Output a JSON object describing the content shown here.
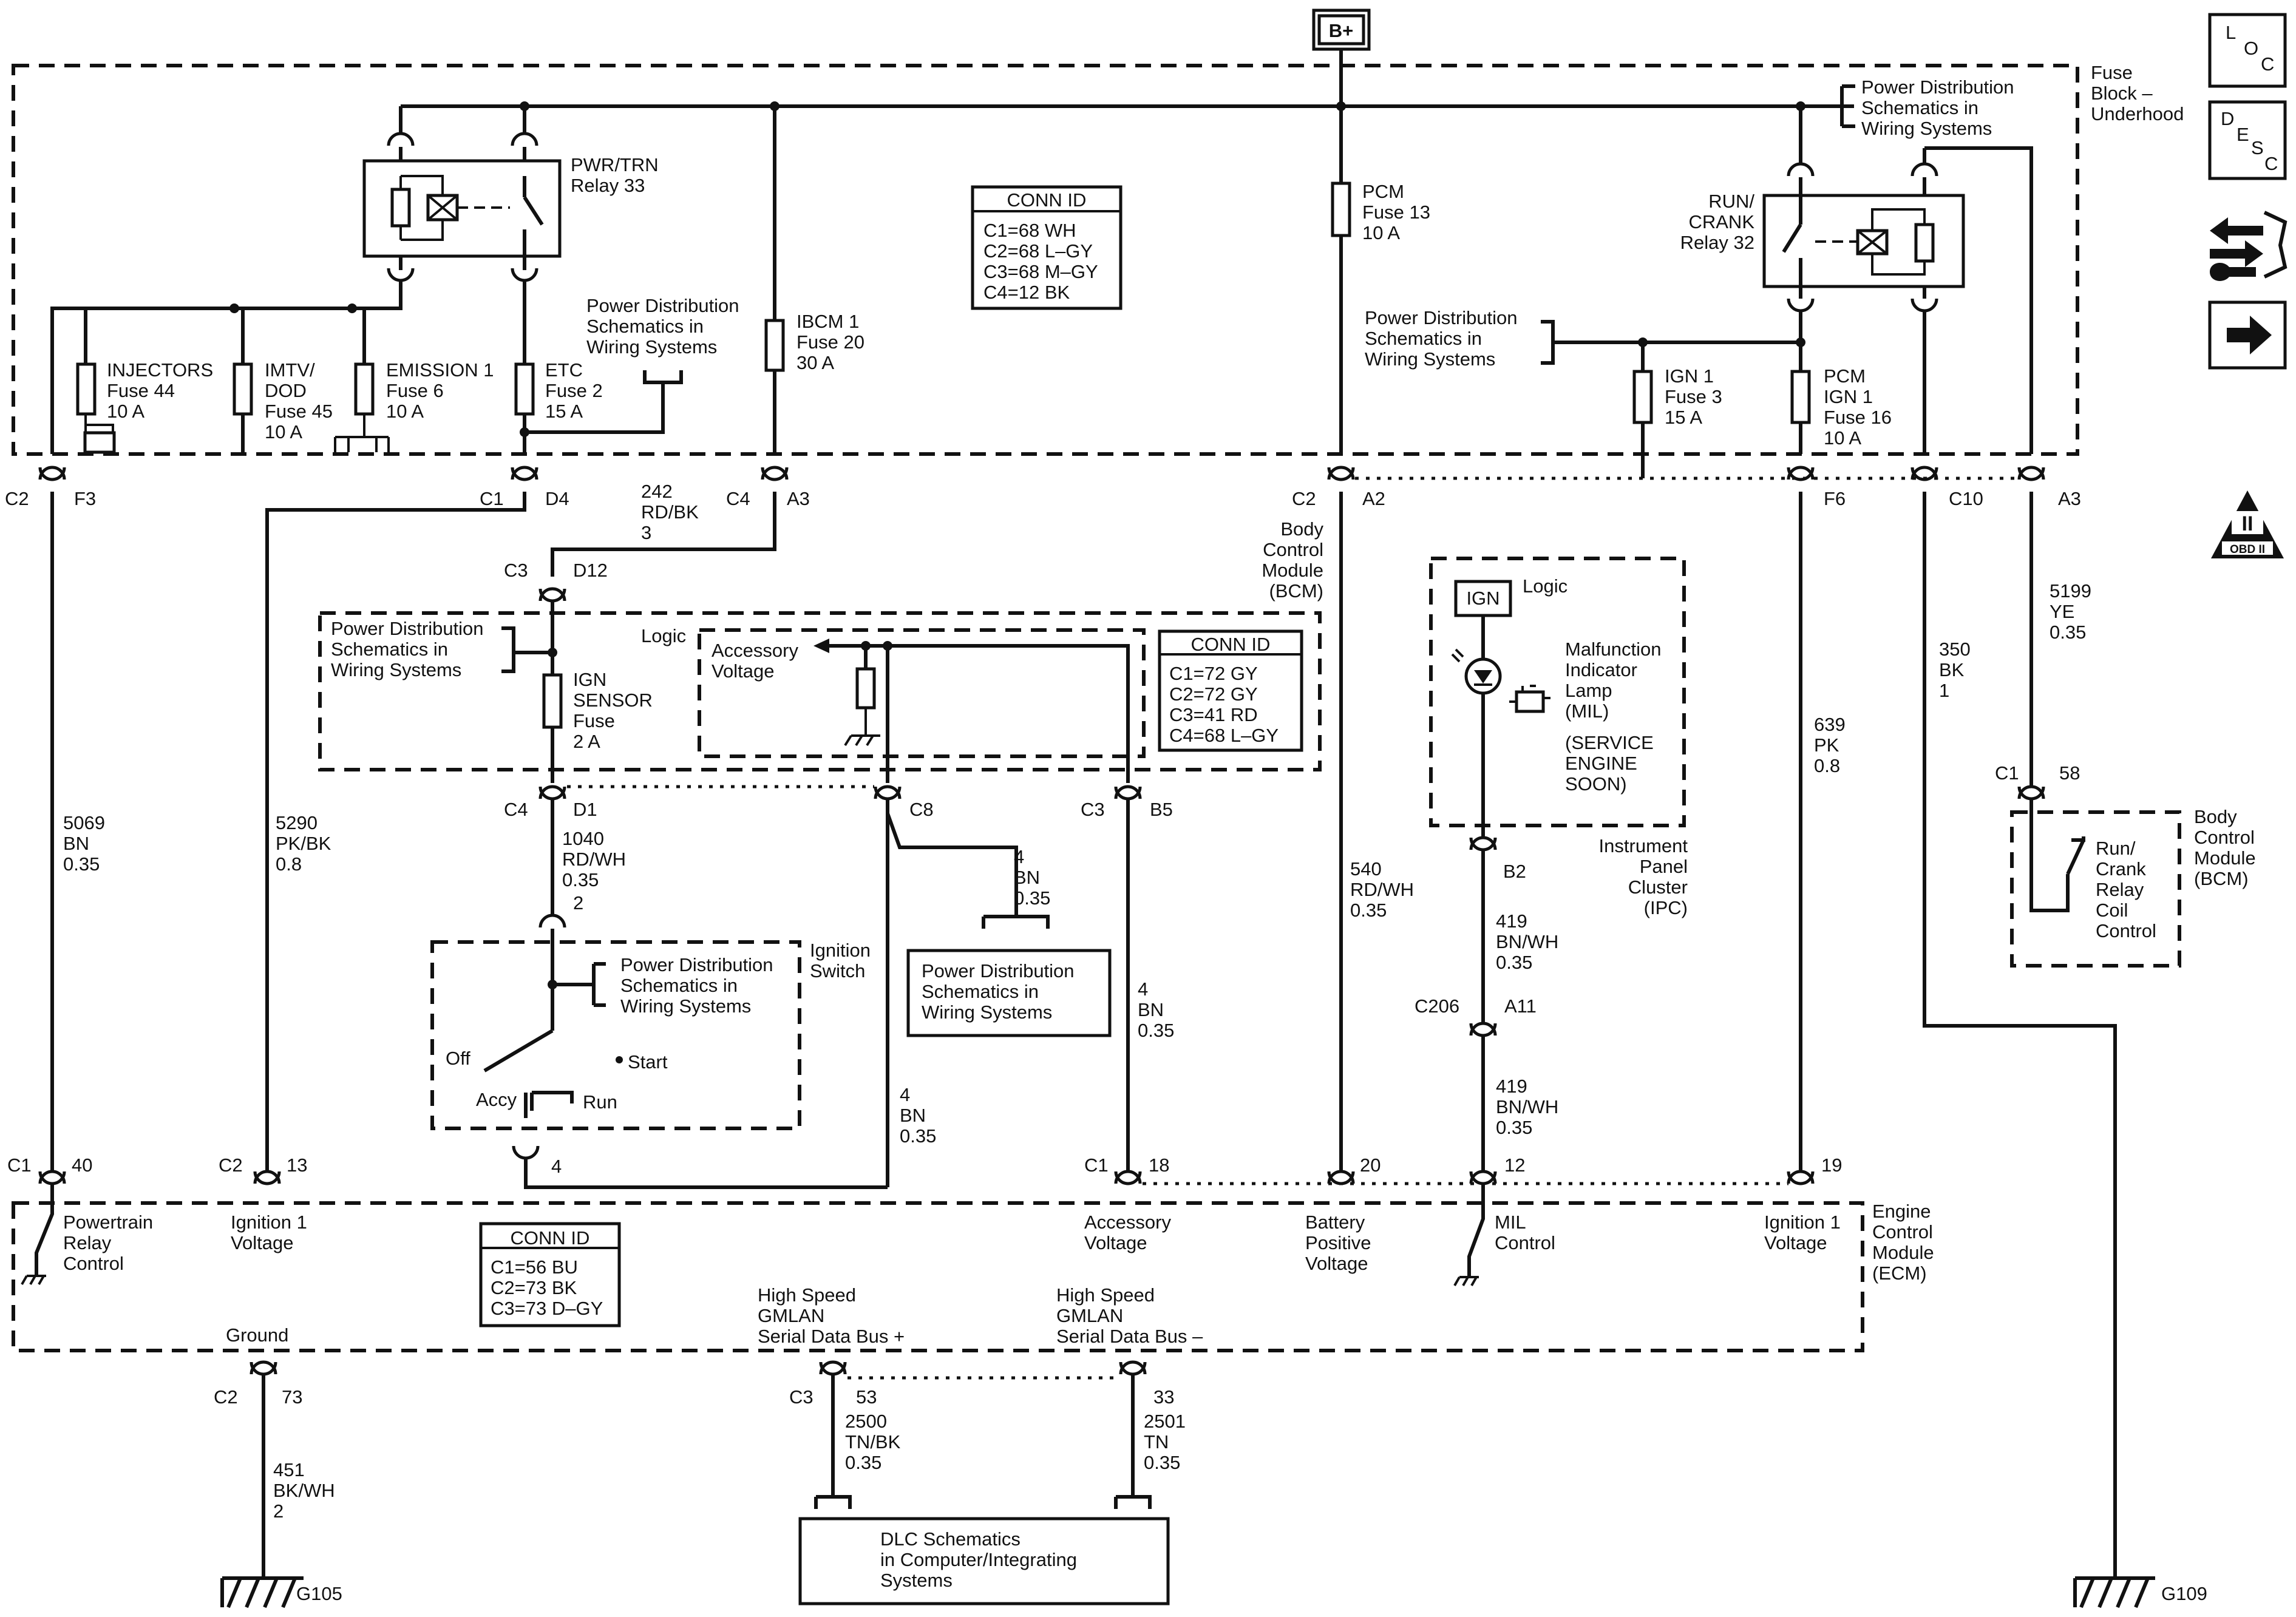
{
  "power_source": "B+",
  "side_icons": {
    "loc": [
      "L",
      "O",
      "C"
    ],
    "desc": [
      "D",
      "E",
      "S",
      "C"
    ],
    "repair_icon": "double-arrow-wrench-icon",
    "next_icon": "right-arrow-icon",
    "obd": "OBD II"
  },
  "fuse_block": {
    "title": [
      "Fuse",
      "Block –",
      "Underhood"
    ],
    "pwr_trn_relay": [
      "PWR/TRN",
      "Relay 33"
    ],
    "run_crank_relay": [
      "RUN/",
      "CRANK",
      "Relay 32"
    ],
    "pds_top": [
      "Power Distribution",
      "Schematics in",
      "Wiring Systems"
    ],
    "pds_left": [
      "Power Distribution",
      "Schematics in",
      "Wiring Systems"
    ],
    "pds_right": [
      "Power Distribution",
      "Schematics in",
      "Wiring Systems"
    ],
    "conn_id": {
      "title": "CONN ID",
      "rows": [
        "C1=68 WH",
        "C2=68 L–GY",
        "C3=68 M–GY",
        "C4=12 BK"
      ]
    },
    "fuses": {
      "injectors": [
        "INJECTORS",
        "Fuse 44",
        "10 A"
      ],
      "imtv": [
        "IMTV/",
        "DOD",
        "Fuse 45",
        "10 A"
      ],
      "emission": [
        "EMISSION 1",
        "Fuse 6",
        "10 A"
      ],
      "etc": [
        "ETC",
        "Fuse 2",
        "15 A"
      ],
      "ibcm": [
        "IBCM 1",
        "Fuse 20",
        "30 A"
      ],
      "pcm": [
        "PCM",
        "Fuse 13",
        "10 A"
      ],
      "ign1": [
        "IGN 1",
        "Fuse 3",
        "15 A"
      ],
      "pcm_ign1": [
        "PCM",
        "IGN 1",
        "Fuse 16",
        "10 A"
      ]
    }
  },
  "connectors": {
    "fb_c2_f3": [
      "C2",
      "F3"
    ],
    "fb_c1_d4": [
      "C1",
      "D4"
    ],
    "fb_c4_a3": [
      "C4",
      "A3"
    ],
    "fb_c2_a2": [
      "C2",
      "A2"
    ],
    "fb_f6": "F6",
    "fb_c10": "C10",
    "fb_a3": "A3",
    "bcm_c3_d12": [
      "C3",
      "D12"
    ],
    "bcm_c4_d1": [
      "C4",
      "D1"
    ],
    "bcm_c8": "C8",
    "bcm_c3_b5": [
      "C3",
      "B5"
    ],
    "bcm2_c1_58": [
      "C1",
      "58"
    ],
    "ipc_b2": "B2",
    "c206": [
      "C206",
      "A11"
    ],
    "ign_sw_2": "2",
    "ign_sw_4": "4",
    "ecm_c1_40": [
      "C1",
      "40"
    ],
    "ecm_c2_13": [
      "C2",
      "13"
    ],
    "ecm_c1_18": [
      "C1",
      "18"
    ],
    "ecm_20": "20",
    "ecm_12": "12",
    "ecm_19": "19",
    "ecm_c2_73": [
      "C2",
      "73"
    ],
    "ecm_c3_53": [
      "C3",
      "53"
    ],
    "ecm_33": "33"
  },
  "wires": {
    "w242": [
      "242",
      "RD/BK",
      "3"
    ],
    "w5069": [
      "5069",
      "BN",
      "0.35"
    ],
    "w5290": [
      "5290",
      "PK/BK",
      "0.8"
    ],
    "w1040": [
      "1040",
      "RD/WH",
      "0.35"
    ],
    "w4bn_c8": [
      "4",
      "BN",
      "0.35"
    ],
    "w4bn_b5": [
      "4",
      "BN",
      "0.35"
    ],
    "w4bn_sw": [
      "4",
      "BN",
      "0.35"
    ],
    "w540": [
      "540",
      "RD/WH",
      "0.35"
    ],
    "w419a": [
      "419",
      "BN/WH",
      "0.35"
    ],
    "w419b": [
      "419",
      "BN/WH",
      "0.35"
    ],
    "w639": [
      "639",
      "PK",
      "0.8"
    ],
    "w350": [
      "350",
      "BK",
      "1"
    ],
    "w5199": [
      "5199",
      "YE",
      "0.35"
    ],
    "w451": [
      "451",
      "BK/WH",
      "2"
    ],
    "w2500": [
      "2500",
      "TN/BK",
      "0.35"
    ],
    "w2501": [
      "2501",
      "TN",
      "0.35"
    ]
  },
  "bcm": {
    "title": [
      "Body",
      "Control",
      "Module",
      "(BCM)"
    ],
    "logic": "Logic",
    "accessory_voltage": [
      "Accessory",
      "Voltage"
    ],
    "pds": [
      "Power Distribution",
      "Schematics in",
      "Wiring Systems"
    ],
    "ign_sensor": [
      "IGN",
      "SENSOR",
      "Fuse",
      "2 A"
    ],
    "conn_id": {
      "title": "CONN ID",
      "rows": [
        "C1=72 GY",
        "C2=72 GY",
        "C3=41 RD",
        "C4=68 L–GY"
      ]
    }
  },
  "bcm_right": {
    "title": [
      "Body",
      "Control",
      "Module",
      "(BCM)"
    ],
    "relay_control": [
      "Run/",
      "Crank",
      "Relay",
      "Coil",
      "Control"
    ]
  },
  "ipc": {
    "title": [
      "Instrument",
      "Panel",
      "Cluster",
      "(IPC)"
    ],
    "ign": "IGN",
    "logic": "Logic",
    "mil": [
      "Malfunction",
      "Indicator",
      "Lamp",
      "(MIL)"
    ],
    "service": [
      "(SERVICE",
      "ENGINE",
      "SOON)"
    ]
  },
  "ignition_switch": {
    "title": [
      "Ignition",
      "Switch"
    ],
    "pds": [
      "Power Distribution",
      "Schematics in",
      "Wiring Systems"
    ],
    "off": "Off",
    "start": "Start",
    "accy": "Accy",
    "run": "Run"
  },
  "pds_box": [
    "Power Distribution",
    "Schematics in",
    "Wiring Systems"
  ],
  "ecm": {
    "title": [
      "Engine",
      "Control",
      "Module",
      "(ECM)"
    ],
    "powertrain": [
      "Powertrain",
      "Relay",
      "Control"
    ],
    "ign1_left": [
      "Ignition 1",
      "Voltage"
    ],
    "accessory": [
      "Accessory",
      "Voltage"
    ],
    "battery": [
      "Battery",
      "Positive",
      "Voltage"
    ],
    "mil": [
      "MIL",
      "Control"
    ],
    "ign1_right": [
      "Ignition 1",
      "Voltage"
    ],
    "ground": "Ground",
    "gmlan_plus": [
      "High Speed",
      "GMLAN",
      "Serial Data Bus +"
    ],
    "gmlan_minus": [
      "High Speed",
      "GMLAN",
      "Serial Data Bus –"
    ],
    "conn_id": {
      "title": "CONN ID",
      "rows": [
        "C1=56 BU",
        "C2=73 BK",
        "C3=73 D–GY"
      ]
    }
  },
  "dlc": [
    "DLC Schematics",
    "in Computer/Integrating",
    "Systems"
  ],
  "grounds": {
    "g105": "G105",
    "g109": "G109"
  }
}
